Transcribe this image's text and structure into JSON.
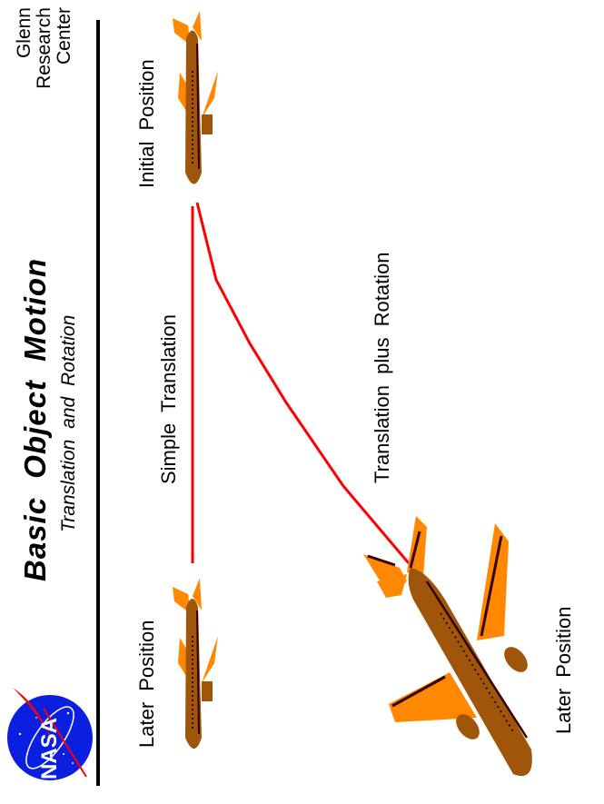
{
  "header": {
    "center_name": [
      "Glenn",
      "Research",
      "Center"
    ],
    "title": "Basic Object Motion",
    "subtitle": "Translation and Rotation"
  },
  "logo": {
    "name": "NASA",
    "colors": {
      "disk": "#0b1fe0",
      "swoosh": "#ff0000",
      "text": "#ffffff"
    }
  },
  "diagram": {
    "labels": {
      "initial_position": "Initial Position",
      "later_position_translation": "Later Position",
      "simple_translation": "Simple Translation",
      "translation_plus_rotation": "Translation plus Rotation",
      "later_position_rotation": "Later Position"
    },
    "colors": {
      "path": "#ff0000",
      "fuselage": "#a0560a",
      "wing": "#ff8800",
      "accent": "#330000",
      "divider": "#000000"
    }
  }
}
